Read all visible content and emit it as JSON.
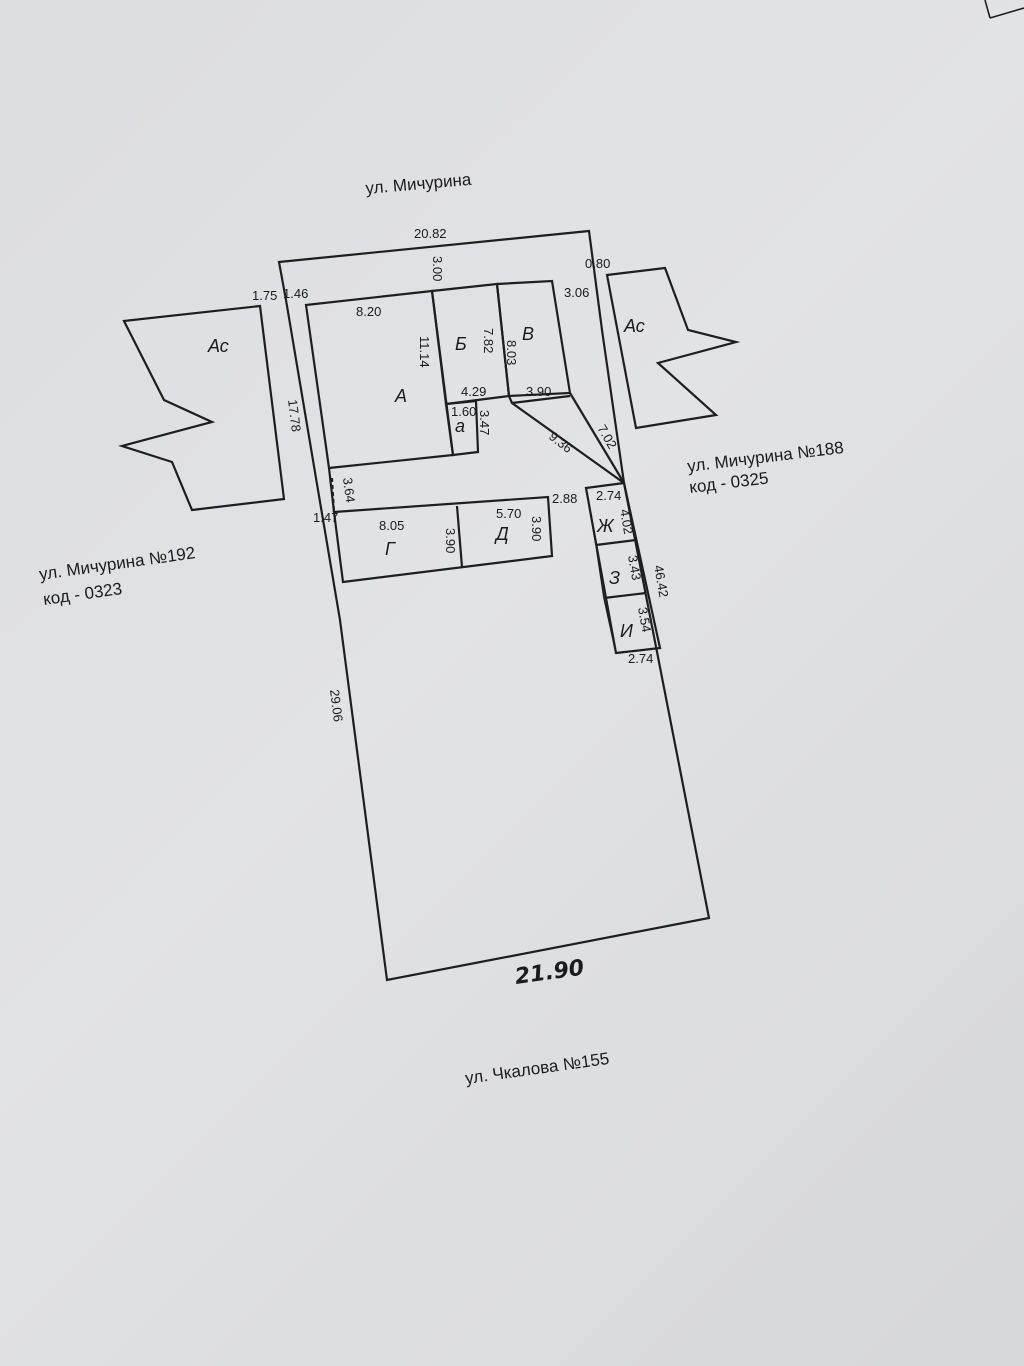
{
  "streets": {
    "north": "ул. Мичурина",
    "south": "ул. Чкалова  №155"
  },
  "neighbors": {
    "west": {
      "address": "ул. Мичурина №192",
      "code": "код - 0323",
      "label": "Ас"
    },
    "east": {
      "address": "ул. Мичурина №188",
      "code": "код - 0325",
      "label": "Ас"
    }
  },
  "buildings": {
    "A": "А",
    "a_small": "а",
    "B": "Б",
    "V": "В",
    "G": "Г",
    "D": "Д",
    "Zh": "Ж",
    "Z": "З",
    "I": "И"
  },
  "dimensions": {
    "top": "20.82",
    "top_b": "3.00",
    "top_right": "0.80",
    "left_a": "1.75",
    "left_b": "1.46",
    "right_gap": "3.06",
    "a_width": "8.20",
    "a_height": "11.14",
    "b_height": "7.82",
    "v_height": "8.03",
    "mid_a": "4.29",
    "mid_v": "3.90",
    "small_a_w": "1.60",
    "small_a_h": "3.47",
    "diag_1": "9.36",
    "diag_2": "7.02",
    "left_upper": "17.78",
    "ext_h": "3.64",
    "ext_w": "1.47",
    "g_width": "8.05",
    "g_height": "3.90",
    "d_width": "5.70",
    "d_height": "3.90",
    "gap_right": "2.88",
    "zh_top": "2.74",
    "zh_h": "4.02",
    "z_h": "3.43",
    "i_h": "3.54",
    "i_bottom": "2.74",
    "right_total": "46.42",
    "left_lower": "29.06",
    "bottom": "21.90"
  }
}
